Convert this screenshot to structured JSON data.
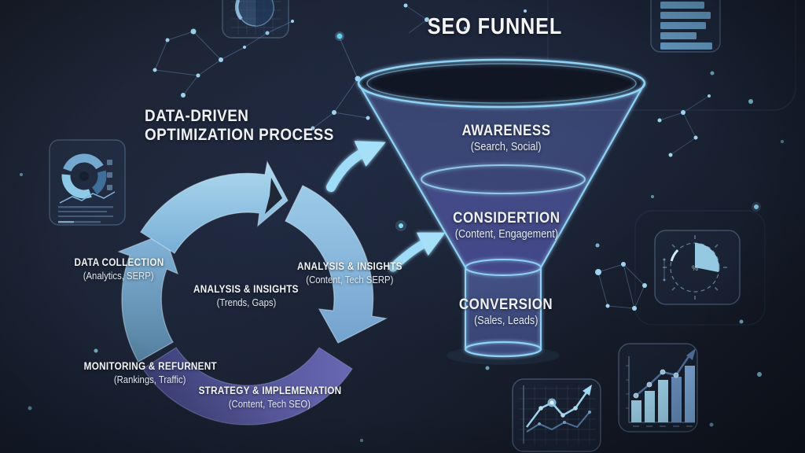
{
  "colors": {
    "background": "#171d29",
    "accent_cyan": "#9fdcf8",
    "accent_blue": "#6aa6d8",
    "accent_steel": "#5e88b0",
    "accent_purple": "#5a5aa8",
    "text_primary": "#eef2f5"
  },
  "funnel": {
    "title": "SEO FUNNEL",
    "stages": [
      {
        "name": "AWARENESS",
        "detail": "(Search, Social)"
      },
      {
        "name": "CONSIDERTION",
        "detail": "(Content, Engagement)"
      },
      {
        "name": "CONVERSION",
        "detail": "(Sales, Leads)"
      }
    ]
  },
  "process": {
    "title_line1": "DATA-DRIVEN",
    "title_line2": "OPTIMIZATION PROCESS",
    "steps": [
      {
        "name": "DATA COLLECTION",
        "detail": "(Analytics, SERP)"
      },
      {
        "name": "ANALYSIS & INSIGHTS",
        "detail": "(Trends, Gaps)"
      },
      {
        "name": "ANALYSIS & INSIGHTS",
        "detail": "(Content, Tech SERP)"
      },
      {
        "name": "MONITORING & REFURNENT",
        "detail": "(Rankings, Traffic)"
      },
      {
        "name": "STRATEGY & IMPLEMENATION",
        "detail": "(Content, Tech SEO)"
      }
    ]
  },
  "icons": [
    "globe-chart-icon",
    "donut-chart-icon",
    "horizontal-bars-icon",
    "gauge-chart-icon",
    "line-chart-icon",
    "bar-growth-icon"
  ]
}
